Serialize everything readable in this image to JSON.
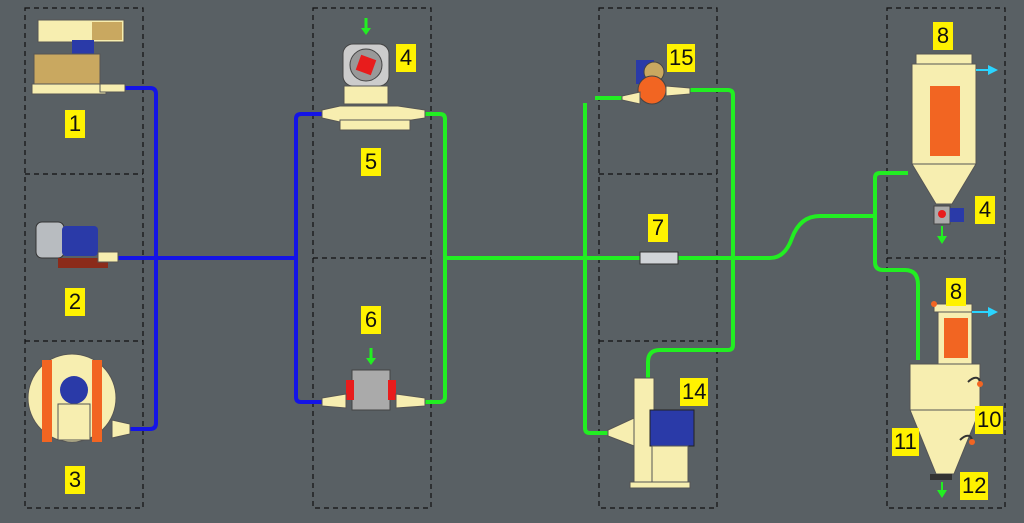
{
  "labels": {
    "blower_roots": "1",
    "blower_side_channel": "2",
    "fan_centrifugal": "3",
    "airlock_top": "4",
    "airlock_bottom": "4",
    "feeder_venturi": "5",
    "feeder_rotary": "6",
    "pipe_sight_glass": "7",
    "filter_top": "8",
    "filter_bottom": "8",
    "cyclone_inlet": "10",
    "cyclone_body": "11",
    "cyclone_outlet": "12",
    "fan_return": "14",
    "pump_motor": "15"
  },
  "colors": {
    "background": "#596064",
    "pressure_line": "#1414e6",
    "vacuum_line": "#22ee22",
    "equipment": "#f7eeb0",
    "equipment_accent": "#f26522",
    "label_bg": "#fff200",
    "exhaust_arrow": "#2ad4ff",
    "frame_line": "#111111"
  },
  "icons": {
    "material_in": "arrow-down-icon",
    "air_out": "arrow-right-icon"
  }
}
